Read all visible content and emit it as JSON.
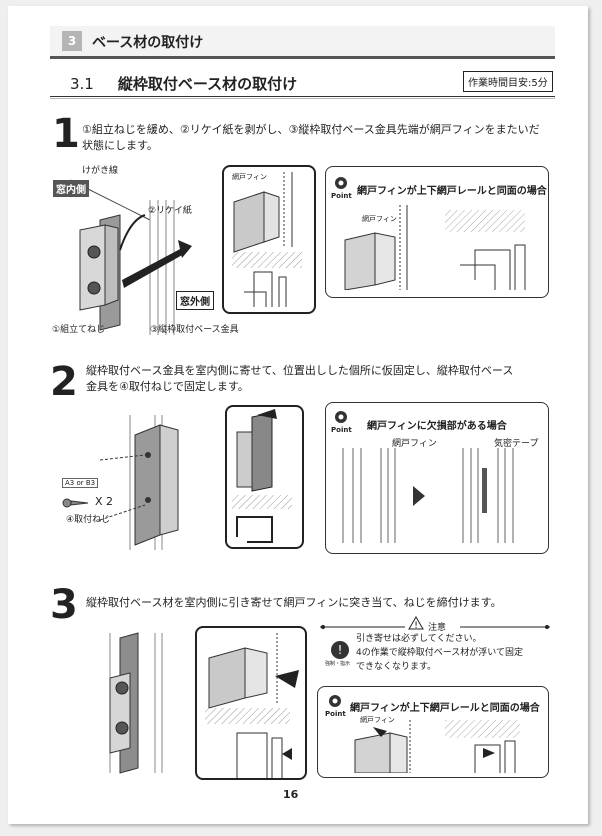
{
  "section": {
    "number": "3",
    "title": "ベース材の取付け"
  },
  "subsection": {
    "number": "3.1",
    "title": "縦枠取付ベース材の取付け",
    "time": "作業時間目安:5分"
  },
  "steps": [
    {
      "num": "1",
      "text1": "①組立ねじを緩め、②リケイ紙を剥がし、③縦枠取付ベース金具先端が網戸フィンをまたいだ",
      "text2": "状態にします。"
    },
    {
      "num": "2",
      "text1": "縦枠取付ベース金具を室内側に寄せて、位置出しした個所に仮固定し、縦枠取付ベース",
      "text2": "金具を④取付ねじで固定します。"
    },
    {
      "num": "3",
      "text1": "縦枠取付ベース材を室内側に引き寄せて網戸フィンに突き当て、ねじを締付けます。"
    }
  ],
  "step1": {
    "kegaki": "けがき線",
    "indoor": "窓内側",
    "rikei": "②リケイ紙",
    "outdoor": "窓外側",
    "kumitate": "①組立てねじ",
    "kanagu": "③縦枠取付ベース金具",
    "amido_fin": "網戸フィン",
    "point_label": "Point",
    "point_title": "網戸フィンが上下網戸レールと同面の場合",
    "point_fin": "網戸フィン"
  },
  "step2": {
    "screw_code": "A3 or B3",
    "qty": "X 2",
    "screw": "④取付ねじ",
    "point_label": "Point",
    "point_title": "網戸フィンに欠損部がある場合",
    "fin": "網戸フィン",
    "tape": "気密テープ"
  },
  "step3": {
    "caution_head": "注意",
    "caution1": "引き寄せは必ずしてください。",
    "caution2": "4の作業で縦枠取付ベース材が浮いて固定",
    "caution3": "できなくなります。",
    "caution_icon_label": "強制・指示",
    "point_label": "Point",
    "point_title": "網戸フィンが上下網戸レールと同面の場合",
    "fin": "網戸フィン"
  },
  "page_number": "16"
}
